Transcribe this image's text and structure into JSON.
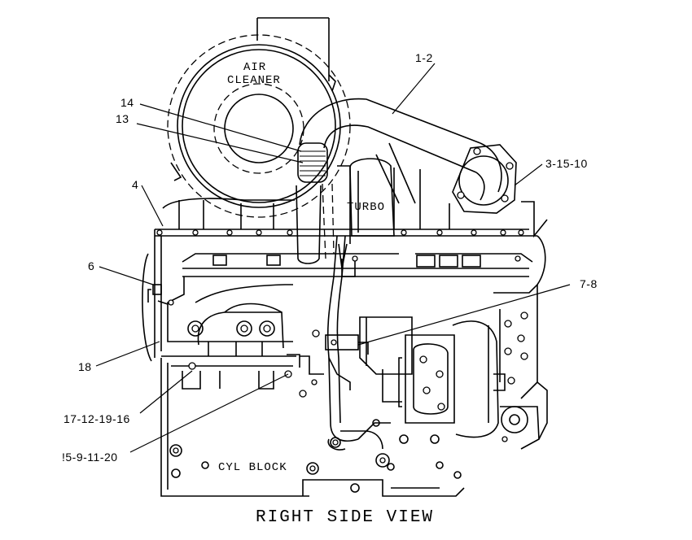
{
  "callouts": {
    "c_1_2": "1-2",
    "c_14": "14",
    "c_13": "13",
    "c_3_15_10": "3-15-10",
    "c_4": "4",
    "c_6": "6",
    "c_7_8": "7-8",
    "c_18": "18",
    "c_17_12_19_16": "17-12-19-16",
    "c_5_9_11_20": "!5-9-11-20"
  },
  "labels": {
    "air": "AIR",
    "cleaner": "CLEANER",
    "turbo": "TURBO",
    "cyl_block": "CYL BLOCK"
  },
  "caption": "RIGHT SIDE VIEW"
}
